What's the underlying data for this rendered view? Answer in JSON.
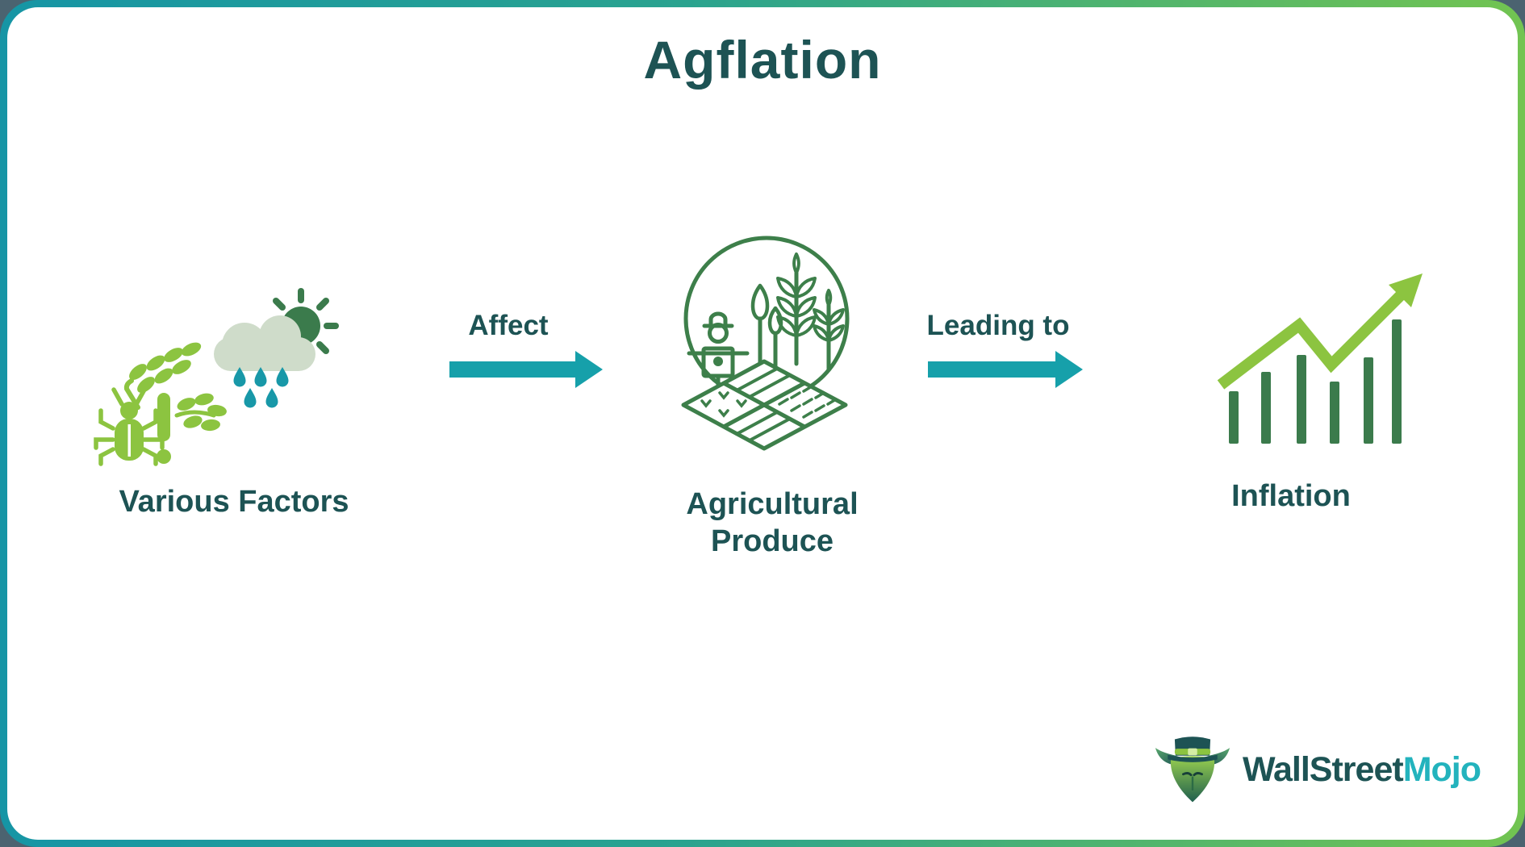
{
  "title": "Agflation",
  "flow": {
    "step1": {
      "icon": "weather-pest-icon",
      "label": "Various Factors"
    },
    "connector1": {
      "icon": "right-arrow-icon",
      "label": "Affect"
    },
    "step2": {
      "icon": "agriculture-field-icon",
      "label": "Agricultural Produce"
    },
    "connector2": {
      "icon": "right-arrow-icon",
      "label": "Leading to"
    },
    "step3": {
      "icon": "inflation-growth-chart-icon",
      "label": "Inflation"
    }
  },
  "logo": {
    "brand_part1": "WallStreet",
    "brand_part2": "Mojo"
  },
  "colors": {
    "dark_teal_text": "#1d5354",
    "arrow_teal": "#16a0aa",
    "raindrop_teal": "#1898a8",
    "light_green": "#8cc440",
    "dark_green": "#3b7b4c",
    "outline_green": "#3d7f4a",
    "cloud_sage": "#cfdcca",
    "logo_cyan": "#23b3bd",
    "border_gradient_start": "#1695a5",
    "border_gradient_end": "#72c451"
  }
}
